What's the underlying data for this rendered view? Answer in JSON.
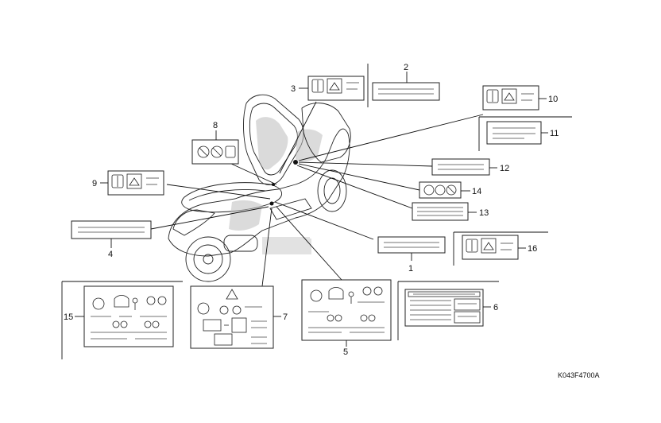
{
  "diagram": {
    "figure_code": "K043F4700A",
    "callouts": [
      {
        "id": "c1",
        "number": "1"
      },
      {
        "id": "c2",
        "number": "2"
      },
      {
        "id": "c3",
        "number": "3"
      },
      {
        "id": "c4",
        "number": "4"
      },
      {
        "id": "c5",
        "number": "5"
      },
      {
        "id": "c6",
        "number": "6"
      },
      {
        "id": "c7",
        "number": "7"
      },
      {
        "id": "c8",
        "number": "8"
      },
      {
        "id": "c9",
        "number": "9"
      },
      {
        "id": "c10",
        "number": "10"
      },
      {
        "id": "c11",
        "number": "11"
      },
      {
        "id": "c12",
        "number": "12"
      },
      {
        "id": "c13",
        "number": "13"
      },
      {
        "id": "c14",
        "number": "14"
      },
      {
        "id": "c15",
        "number": "15"
      },
      {
        "id": "c16",
        "number": "16"
      }
    ],
    "icon_names": [
      "manual-book-icon",
      "helmet-rider-icon",
      "no-smoking-icon",
      "no-fire-icon",
      "warning-triangle-icon",
      "passenger-icon",
      "scooter-icon"
    ]
  }
}
